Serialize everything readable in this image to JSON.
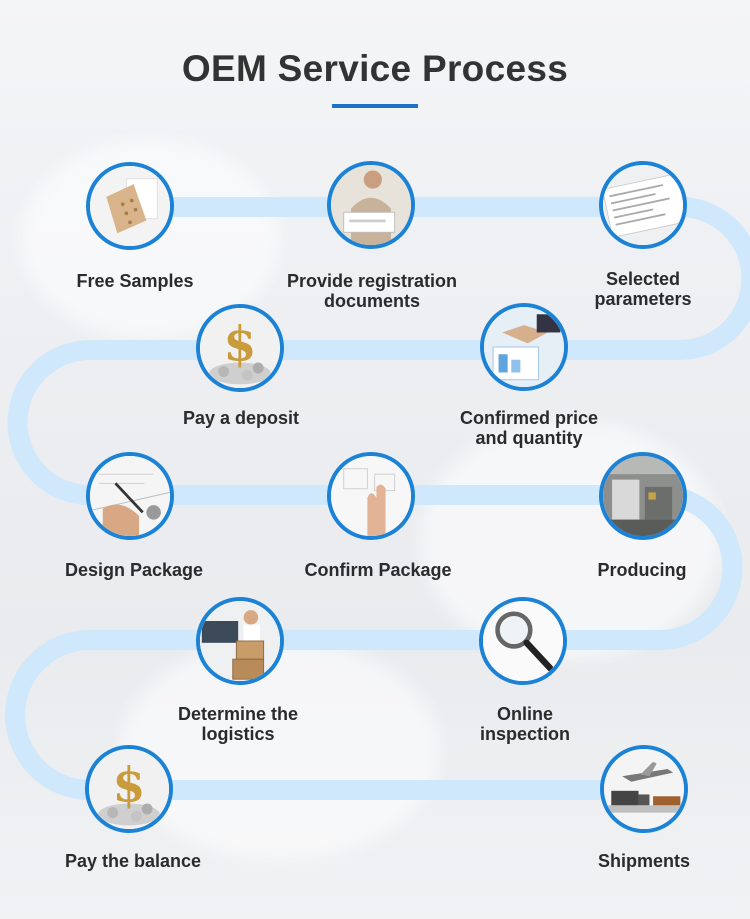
{
  "title": "OEM Service Process",
  "colors": {
    "accent": "#1b82d6",
    "path": "#cfe8fb",
    "text": "#2b2b2b"
  },
  "steps": [
    {
      "label_1": "Free Samples",
      "label_2": "",
      "icon": "sample-patch-icon"
    },
    {
      "label_1": "Provide registration",
      "label_2": "documents",
      "icon": "businessman-documents-icon"
    },
    {
      "label_1": "Selected",
      "label_2": "parameters",
      "icon": "form-document-icon"
    },
    {
      "label_1": "Pay a deposit",
      "label_2": "",
      "icon": "dollar-coins-icon"
    },
    {
      "label_1": "Confirmed price",
      "label_2": "and quantity",
      "icon": "handshake-icon"
    },
    {
      "label_1": "Design Package",
      "label_2": "",
      "icon": "drawing-pen-icon"
    },
    {
      "label_1": "Confirm Package",
      "label_2": "",
      "icon": "hand-sketch-icon"
    },
    {
      "label_1": "Producing",
      "label_2": "",
      "icon": "factory-machine-icon"
    },
    {
      "label_1": "Determine the",
      "label_2": "logistics",
      "icon": "delivery-boxes-icon"
    },
    {
      "label_1": "Online",
      "label_2": "inspection",
      "icon": "magnifier-icon"
    },
    {
      "label_1": "Pay the balance",
      "label_2": "",
      "icon": "dollar-coins-icon"
    },
    {
      "label_1": "Shipments",
      "label_2": "",
      "icon": "plane-truck-ship-icon"
    }
  ]
}
